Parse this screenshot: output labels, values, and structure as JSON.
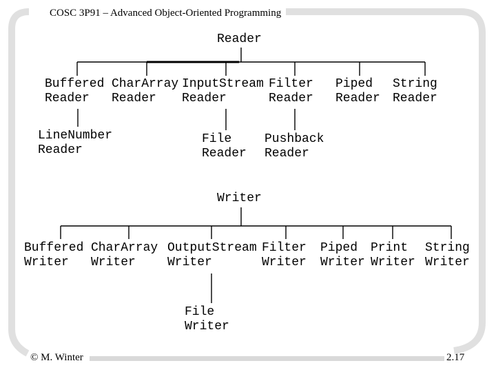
{
  "header": {
    "title": "COSC 3P91 – Advanced Object-Oriented Programming"
  },
  "reader_tree": {
    "root_label": "Reader",
    "children": [
      {
        "label": "Buffered\nReader",
        "children": [
          {
            "label": "LineNumber\nReader"
          }
        ]
      },
      {
        "label": "CharArray\nReader"
      },
      {
        "label": "InputStream\nReader",
        "children": [
          {
            "label": "File\nReader"
          }
        ]
      },
      {
        "label": "Filter\nReader",
        "children": [
          {
            "label": "Pushback\nReader"
          }
        ]
      },
      {
        "label": "Piped\nReader"
      },
      {
        "label": "String\nReader"
      }
    ]
  },
  "writer_tree": {
    "root_label": "Writer",
    "children": [
      {
        "label": "Buffered\nWriter"
      },
      {
        "label": "CharArray\nWriter"
      },
      {
        "label": "OutputStream\nWriter",
        "children": [
          {
            "label": "File\nWriter"
          }
        ]
      },
      {
        "label": "Filter\nWriter"
      },
      {
        "label": "Piped\nWriter"
      },
      {
        "label": "Print\nWriter"
      },
      {
        "label": "String\nWriter"
      }
    ]
  },
  "footer": {
    "copyright": "© M. Winter",
    "slide_number": "2.17"
  },
  "colors": {
    "background": "#ffffff",
    "text": "#000000",
    "line": "#000000",
    "frame": "#e0e0e0",
    "footer_rule": "#d9d9d9"
  }
}
